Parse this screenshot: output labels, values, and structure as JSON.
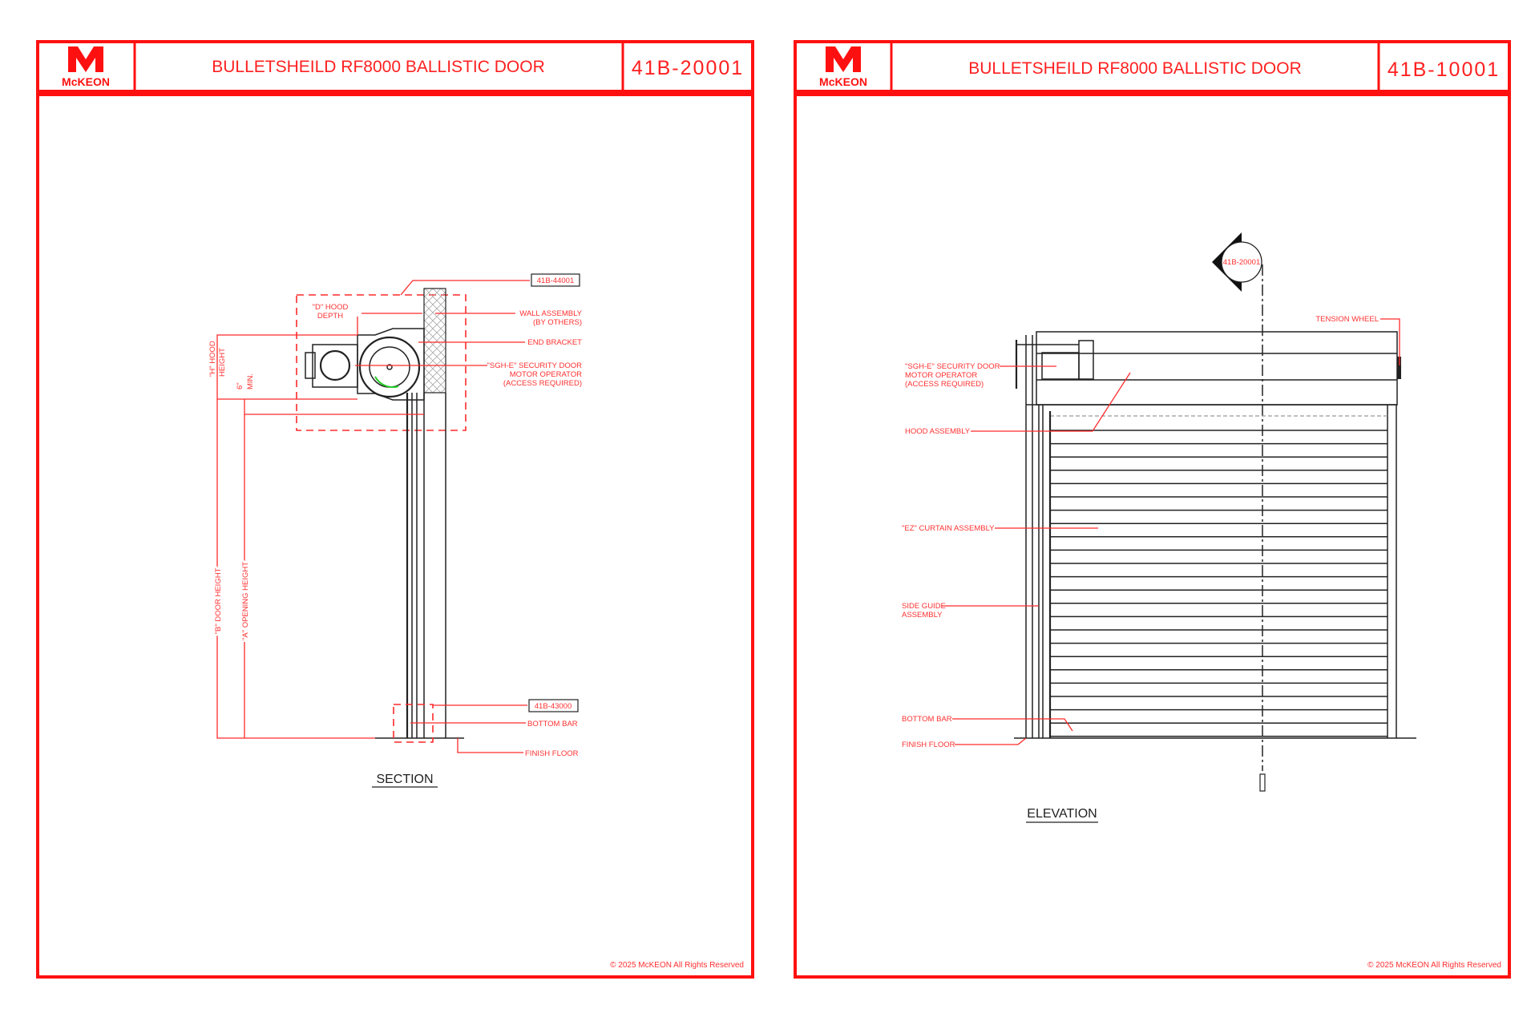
{
  "brand": {
    "logo_text": "McKEON",
    "accent_color": "#ff1010"
  },
  "sheets": [
    {
      "title": "BULLETSHEILD RF8000 BALLISTIC DOOR",
      "drawing_number": "41B-20001",
      "view_caption": "SECTION",
      "copyright": "© 2025 McKEON All Rights Reserved",
      "callouts": {
        "ref_top": "41B-44001",
        "ref_bottom": "41B-43000",
        "hood_depth": [
          "\"D\" HOOD",
          "DEPTH"
        ],
        "wall_assembly": [
          "WALL ASSEMBLY",
          "(BY OTHERS)"
        ],
        "end_bracket": "END BRACKET",
        "motor_operator": [
          "\"SGH-E\" SECURITY DOOR",
          "MOTOR OPERATOR",
          "(ACCESS REQUIRED)"
        ],
        "bottom_bar": "BOTTOM BAR",
        "finish_floor": "FINISH FLOOR",
        "hood_height": [
          "\"H\" HOOD",
          "HEIGHT"
        ],
        "min_clearance": [
          "6\"",
          "MIN."
        ],
        "door_height": "\"B\" DOOR HEIGHT",
        "opening_height": "\"A\" OPENING HEIGHT"
      }
    },
    {
      "title": "BULLETSHEILD RF8000 BALLISTIC DOOR",
      "drawing_number": "41B-10001",
      "view_caption": "ELEVATION",
      "copyright": "© 2025 McKEON All Rights Reserved",
      "callouts": {
        "section_marker": "41B-20001",
        "tension_wheel": "TENSION WHEEL",
        "motor_operator": [
          "\"SGH-E\" SECURITY DOOR",
          "MOTOR OPERATOR",
          "(ACCESS REQUIRED)"
        ],
        "hood_assembly": "HOOD ASSEMBLY",
        "curtain_assembly": "\"EZ\" CURTAIN ASSEMBLY",
        "side_guide": [
          "SIDE GUIDE",
          "ASSEMBLY"
        ],
        "bottom_bar": "BOTTOM BAR",
        "finish_floor": "FINISH FLOOR"
      }
    }
  ]
}
